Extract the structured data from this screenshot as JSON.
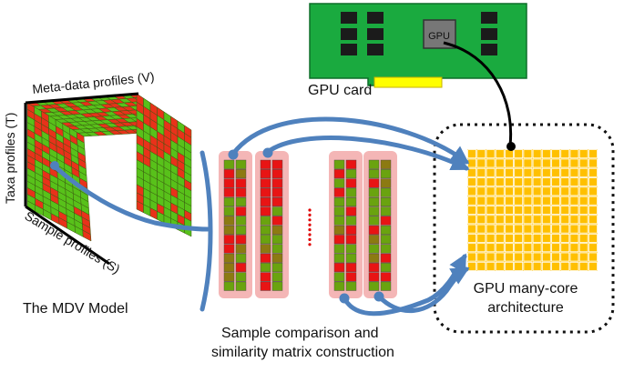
{
  "labels": {
    "gpu_card": "GPU card",
    "gpu_chip": "GPU",
    "metadata_axis": "Meta-data profiles (V)",
    "taxa_axis": "Taxa profiles (T)",
    "sample_axis": "Sample profiles (S)",
    "model_title": "The MDV Model",
    "comparison_line1": "Sample comparison  and",
    "comparison_line2": "similarity matrix construction",
    "arch_line1": "GPU many-core",
    "arch_line2": "architecture"
  },
  "colors": {
    "pcb": "#1aaa3f",
    "memory_chip": "#1b1b1b",
    "gpu_chip": "#777777",
    "connector": "#ffff00",
    "core": "#ffc000",
    "core_border": "#ffffff",
    "arrow": "#4f81bd",
    "column_bg": "#f4b6b6",
    "cell_red": "#e81414",
    "cell_green": "#6aa30f",
    "cell_olive": "#8c7a12",
    "cube_front_green": "#58c11a",
    "cube_red": "#e8321a",
    "dots": "#e00000"
  },
  "icons": [
    "memory-chip-icon",
    "gpu-chip-icon",
    "core-grid-icon"
  ]
}
